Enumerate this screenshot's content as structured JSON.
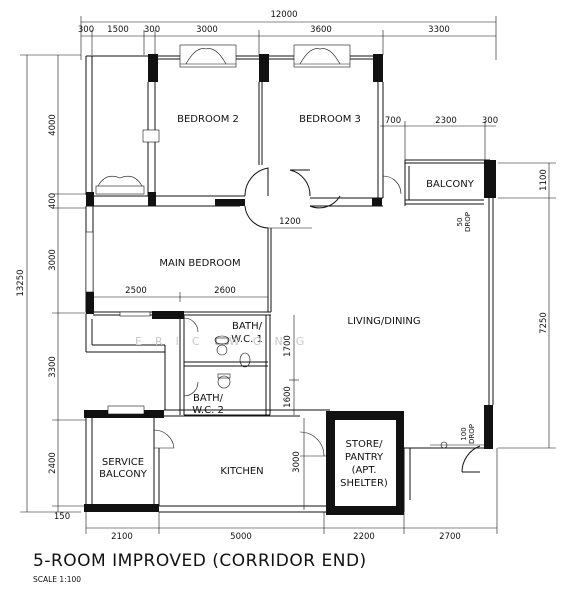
{
  "dimensions": {
    "top_total": "12000",
    "top_segments": [
      "300",
      "1500",
      "300",
      "3000",
      "3600",
      "3300"
    ],
    "upper_right": [
      "700",
      "2300",
      "300"
    ],
    "left_total": "13250",
    "left_segments": [
      "4000",
      "400",
      "3000",
      "3300",
      "2400",
      "150"
    ],
    "right_segments": [
      "1100",
      "7250"
    ],
    "bottom_segments": [
      "2100",
      "5000",
      "2200",
      "2700"
    ],
    "interior": {
      "door_opening": "1200",
      "main_bedroom_left": "2500",
      "main_bedroom_right": "2600",
      "bath1_height": "1700",
      "bath2_height": "1600",
      "kitchen_height": "3000"
    }
  },
  "rooms": {
    "bedroom2": "BEDROOM 2",
    "bedroom3": "BEDROOM 3",
    "balcony": "BALCONY",
    "main_bedroom": "MAIN BEDROOM",
    "living_dining": "LIVING/DINING",
    "bath1_line1": "BATH/",
    "bath1_line2": "W.C. 1",
    "bath2_line1": "BATH/",
    "bath2_line2": "W.C. 2",
    "service_line1": "SERVICE",
    "service_line2": "BALCONY",
    "kitchen": "KITCHEN",
    "store_line1": "STORE/",
    "store_line2": "PANTRY",
    "store_line3": "(APT.",
    "store_line4": "SHELTER)"
  },
  "notes": {
    "drop_balcony_value": "50",
    "drop_balcony_word": "DROP",
    "drop_entrance_value": "100",
    "drop_entrance_word": "DROP"
  },
  "watermark": "ERIC WONG",
  "title": "5-ROOM IMPROVED (CORRIDOR END)",
  "scale": "SCALE   1:100"
}
